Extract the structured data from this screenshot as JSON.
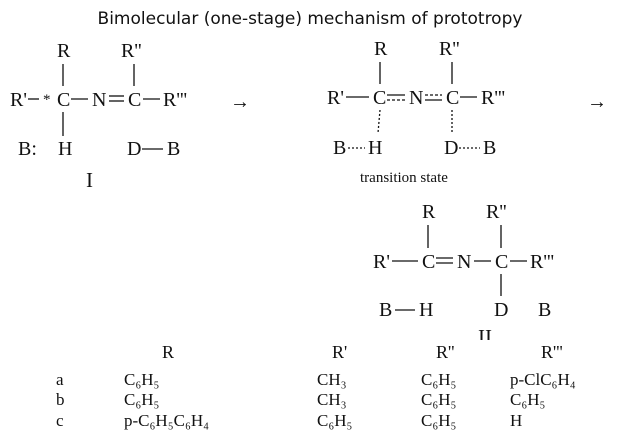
{
  "title": "Bimolecular (one-stage) mechanism of prototropy",
  "scheme": {
    "reactant": {
      "top_R": "R",
      "top_R2": "R''",
      "left_R1": "R'",
      "star": "*",
      "C1": "C",
      "N": "N",
      "C2": "C",
      "right_R3": "R'''",
      "base": "B:",
      "H": "H",
      "D": "D",
      "B": "B",
      "label": "I"
    },
    "transition": {
      "top_R": "R",
      "top_R2": "R''",
      "left_R1": "R'",
      "C1": "C",
      "N": "N",
      "C2": "C",
      "right_R3": "R'''",
      "B1": "B",
      "H": "H",
      "D": "D",
      "B2": "B",
      "caption": "transition state"
    },
    "product": {
      "top_R": "R",
      "top_R2": "R''",
      "left_R1": "R'",
      "C1": "C",
      "N": "N",
      "C2": "C",
      "right_R3": "R'''",
      "BH_B": "B",
      "BH_H": "H",
      "D": "D",
      "B": "B",
      "label": "II"
    },
    "arrow": "→"
  },
  "table": {
    "headers": [
      "R",
      "R'",
      "R''",
      "R'''"
    ],
    "rows": [
      {
        "id": "a",
        "R": "C₆H₅",
        "R1": "CH₃",
        "R2": "C₆H₅",
        "R3": "p-ClC₆H₄"
      },
      {
        "id": "b",
        "R": "C₆H₅",
        "R1": "CH₃",
        "R2": "C₆H₅",
        "R3": "C₆H₅"
      },
      {
        "id": "c",
        "R": "p-C₆H₅C₆H₄",
        "R1": "C₆H₅",
        "R2": "C₆H₅",
        "R3": "H"
      }
    ]
  }
}
